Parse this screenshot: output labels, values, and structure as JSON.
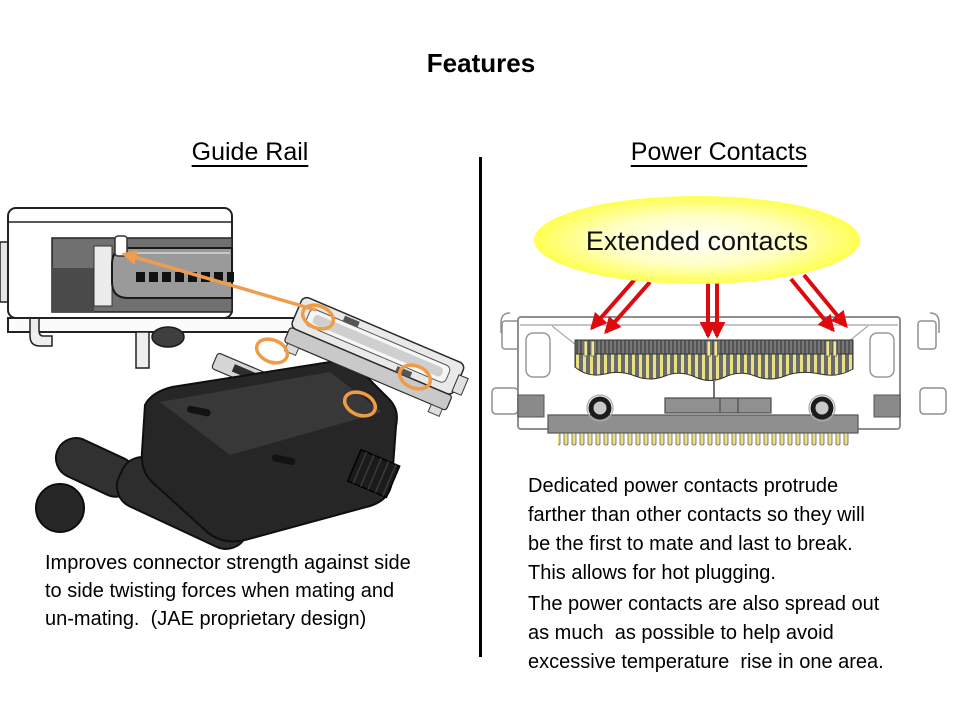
{
  "slide": {
    "title": "Features",
    "left": {
      "heading": "Guide Rail",
      "caption": [
        "Improves connector strength against side",
        "to side twisting forces when mating and",
        "un-mating.  (JAE proprietary design)"
      ]
    },
    "right": {
      "heading": "Power Contacts",
      "callout_label": "Extended contacts",
      "para1": [
        "Dedicated power contacts protrude",
        "farther than other contacts so they will",
        "be the first to mate and last to break.",
        "This allows for hot plugging."
      ],
      "para2": [
        "The power contacts are also spread out",
        "as much  as possible to help avoid",
        "excessive temperature  rise in one area."
      ]
    },
    "colors": {
      "arrow_red": "#DD0A0F",
      "highlight_orange": "#F09C44",
      "callout_yellow": "#FFFF33",
      "text": "#000000"
    }
  }
}
